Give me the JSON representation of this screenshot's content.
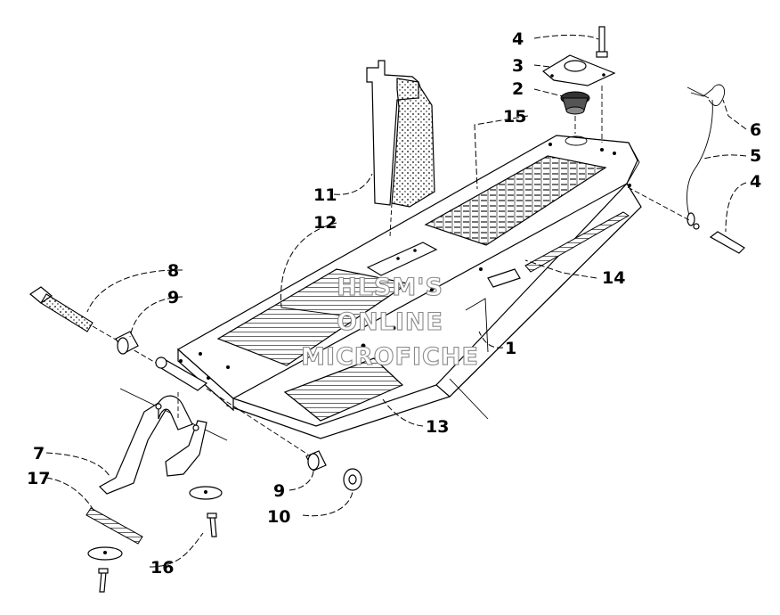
{
  "callouts": {
    "c1": "1",
    "c2": "2",
    "c3": "3",
    "c4a": "4",
    "c4b": "4",
    "c5": "5",
    "c6": "6",
    "c7": "7",
    "c8": "8",
    "c9a": "9",
    "c9b": "9",
    "c10": "10",
    "c11": "11",
    "c12": "12",
    "c13": "13",
    "c14": "14",
    "c15": "15",
    "c16": "16",
    "c17": "17"
  },
  "watermark": {
    "line1": "HLSM'S",
    "line2": "ONLINE",
    "line3": "MICROFICHE"
  }
}
